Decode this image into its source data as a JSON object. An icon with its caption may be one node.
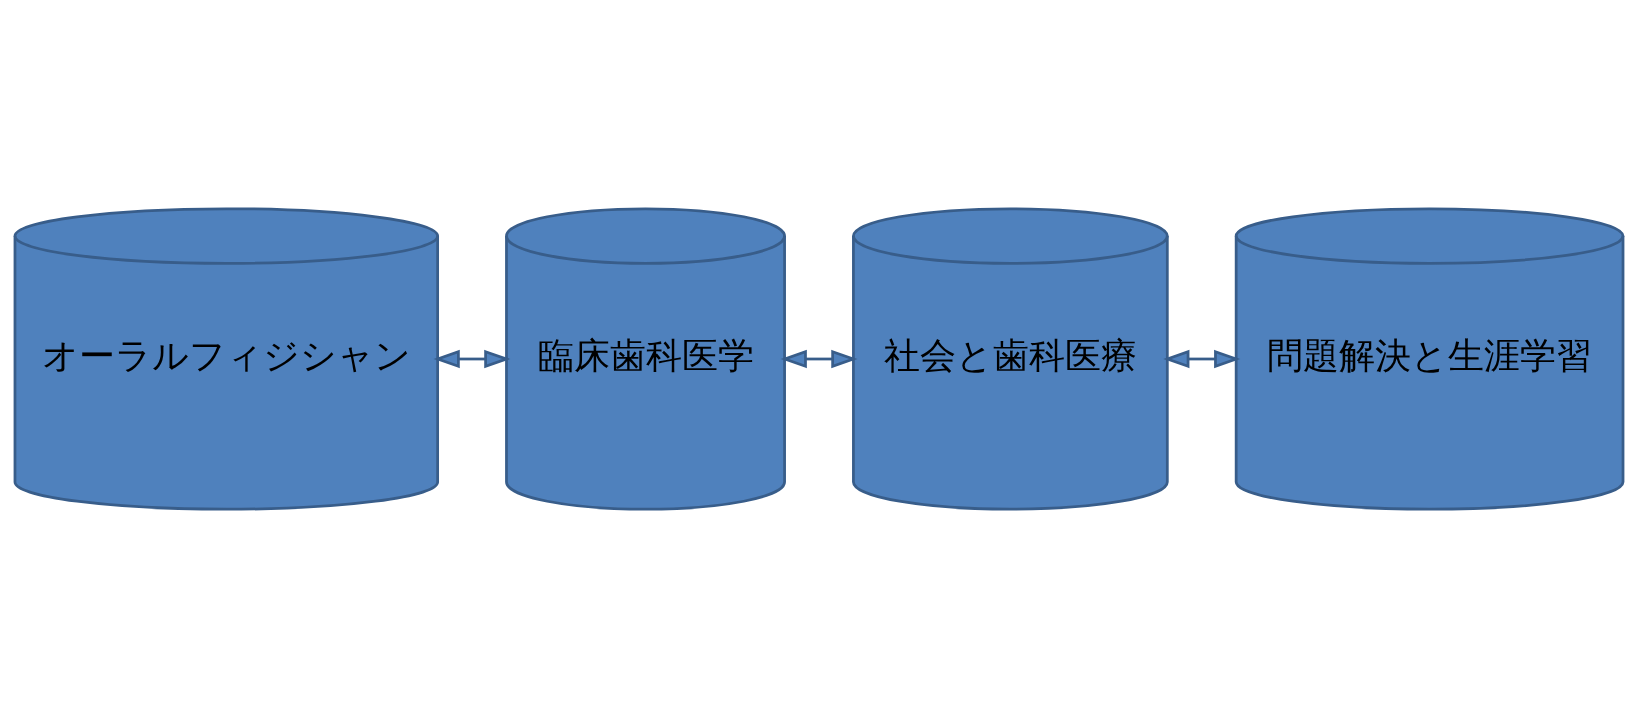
{
  "diagram": {
    "nodes": [
      {
        "text": [
          "オーラルフィジシャン"
        ]
      },
      {
        "text": [
          "臨床歯科医学"
        ]
      },
      {
        "text": [
          "社会と歯科医療"
        ]
      },
      {
        "text": [
          "問題解決と生涯学習"
        ]
      }
    ],
    "edges": [
      {
        "from": 0,
        "to": 1,
        "arrow": "both"
      },
      {
        "from": 1,
        "to": 2,
        "arrow": "both"
      },
      {
        "from": 2,
        "to": 3,
        "arrow": "both"
      }
    ]
  }
}
